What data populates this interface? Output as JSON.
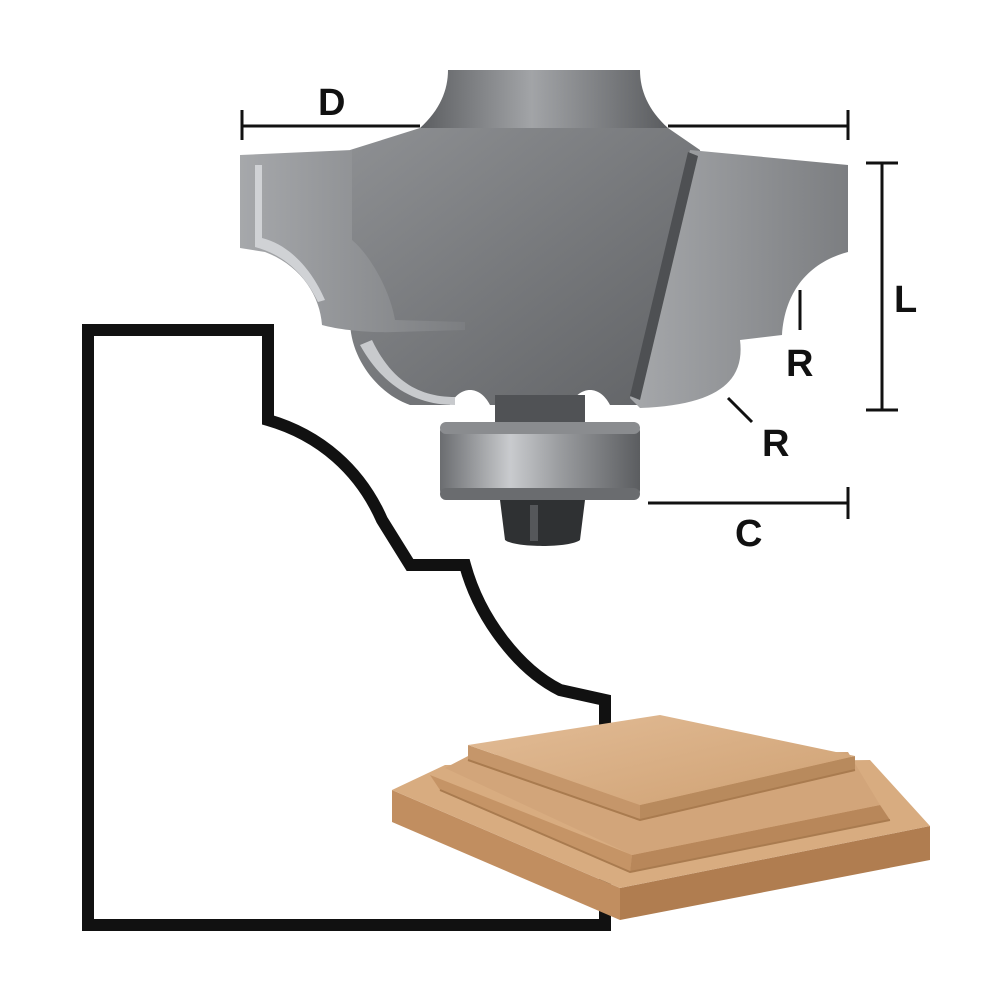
{
  "labels": {
    "diameter": "D",
    "length": "L",
    "radius_upper": "R",
    "radius_lower": "R",
    "cut_depth": "C"
  },
  "colors": {
    "steel_dark": "#6e7073",
    "steel_mid": "#8b8d90",
    "steel_light": "#b4b6b9",
    "profile_line": "#111111",
    "wood_top": "#d9b088",
    "wood_side": "#c6976b",
    "wood_edge": "#b58458",
    "dimension_line": "#111111"
  },
  "icons": {
    "router_bit": "router-bit-icon",
    "bearing": "bearing-icon",
    "wood_sample": "wood-sample-icon"
  }
}
